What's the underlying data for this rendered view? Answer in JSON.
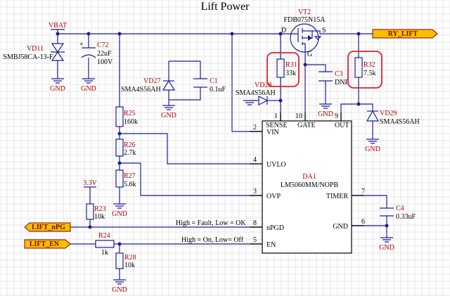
{
  "title": "Lift Power",
  "nets": {
    "vbat": "VBAT",
    "v33": "3.3V",
    "gnd": "GND",
    "ry_lift": "RY_LIFT",
    "lift_npg": "LIFT_nPG",
    "lift_en": "LIFT_EN"
  },
  "parts": {
    "vt2": {
      "ref": "VT2",
      "value": "FDB075N15A",
      "pin_d": "D",
      "pin_s": "S",
      "pin_g": "G"
    },
    "vd11": {
      "ref": "VD11",
      "value": "SMBJ58CA-13-F"
    },
    "c72": {
      "ref": "C72",
      "value": "22uF",
      "voltage": "100V"
    },
    "vd27": {
      "ref": "VD27",
      "value": "SMA4S56AH"
    },
    "c1": {
      "ref": "C1",
      "value": "0.1uF"
    },
    "vd28": {
      "ref": "VD28",
      "value": "SMA4S56AH"
    },
    "r31": {
      "ref": "R31",
      "value": "33k"
    },
    "c3": {
      "ref": "C3",
      "value": "DNP"
    },
    "r32": {
      "ref": "R32",
      "value": "7.5k"
    },
    "vd29": {
      "ref": "VD29",
      "value": "SMA4S56AH"
    },
    "r25": {
      "ref": "R25",
      "value": "160k"
    },
    "r26": {
      "ref": "R26",
      "value": "2.7k"
    },
    "r27": {
      "ref": "R27",
      "value": "5.6k"
    },
    "r23": {
      "ref": "R23",
      "value": "10k"
    },
    "r24": {
      "ref": "R24",
      "value": "1k"
    },
    "r28": {
      "ref": "R28",
      "value": "10k"
    },
    "c4": {
      "ref": "C4",
      "value": "0.33uF"
    }
  },
  "ic": {
    "ref": "DA1",
    "value": "LM5060MM/NOPB",
    "pins": {
      "sense": {
        "name": "SENSE",
        "num": "1"
      },
      "gate": {
        "name": "GATE",
        "num": "10"
      },
      "out": {
        "name": "OUT",
        "num": "9"
      },
      "vin": {
        "name": "VIN",
        "num": "2"
      },
      "uvlo": {
        "name": "UVLO",
        "num": "4"
      },
      "ovp": {
        "name": "OVP",
        "num": "3"
      },
      "timer": {
        "name": "TIMER",
        "num": "7"
      },
      "npgd": {
        "name": "nPGD",
        "num": "8"
      },
      "gnd": {
        "name": "GND",
        "num": "6"
      },
      "en": {
        "name": "EN",
        "num": "5"
      }
    }
  },
  "notes": {
    "npgd": "High = Fault, Low = OK",
    "en": "High = On, Low= Off"
  },
  "colors": {
    "wire": "#1c1c9c",
    "label": "#b00000",
    "port_fill": "#f5c000",
    "highlight": "#e0202a",
    "grid": "#e4e4e4"
  }
}
